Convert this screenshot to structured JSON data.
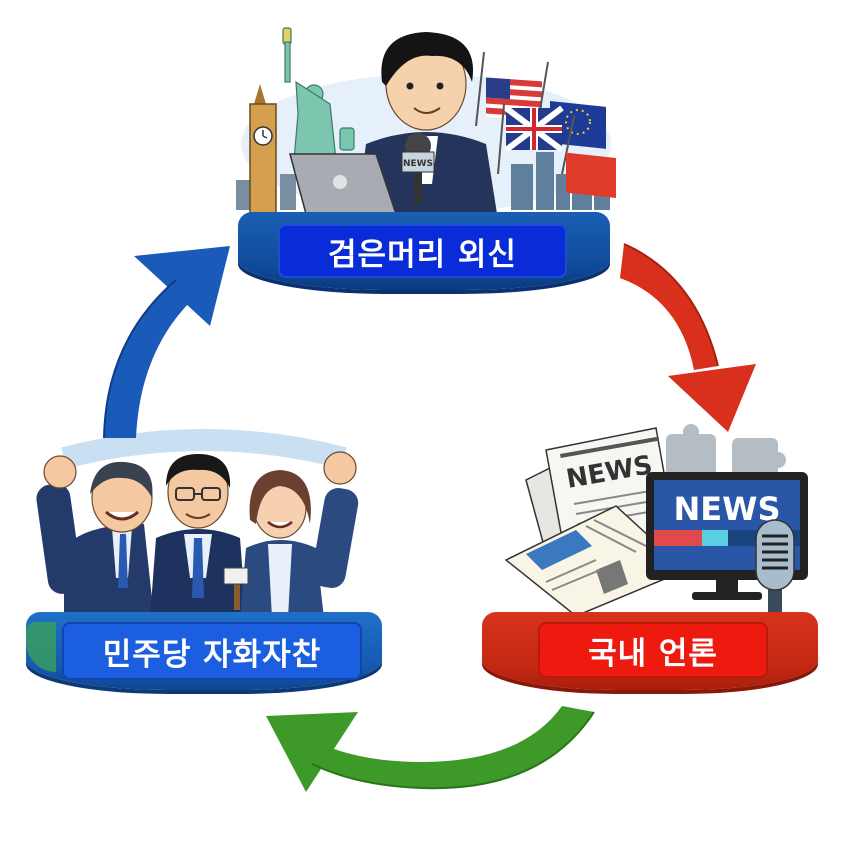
{
  "diagram": {
    "type": "cycle",
    "nodes": [
      {
        "id": "foreign-press",
        "label": "검은머리 외신",
        "color": "#0a2bd8",
        "position": "top",
        "illustration": {
          "subject": "reporter-with-laptop-and-microphone",
          "mic_flag_text": "NEWS",
          "landmarks": [
            "big-ben",
            "statue-of-liberty",
            "city-skyline"
          ],
          "flags": [
            "usa-flag",
            "eu-flag",
            "uk-flag",
            "red-flag"
          ]
        }
      },
      {
        "id": "domestic-media",
        "label": "국내 언론",
        "color": "#ee1a10",
        "position": "bottom-right",
        "illustration": {
          "subject": "newspapers-tv-microphone",
          "newspaper_headline": "NEWS",
          "tv_headline": "NEWS"
        }
      },
      {
        "id": "democratic-party",
        "label": "민주당 자화자찬",
        "color": "#1c5ee0",
        "position": "bottom-left",
        "illustration": {
          "subject": "three-politicians-cheering",
          "people_count": 3
        }
      }
    ],
    "edges": [
      {
        "from": "foreign-press",
        "to": "domestic-media",
        "color": "#d8301c",
        "direction": "clockwise"
      },
      {
        "from": "domestic-media",
        "to": "democratic-party",
        "color": "#3e9a28",
        "direction": "clockwise"
      },
      {
        "from": "democratic-party",
        "to": "foreign-press",
        "color": "#1a5ab8",
        "direction": "clockwise"
      }
    ]
  }
}
